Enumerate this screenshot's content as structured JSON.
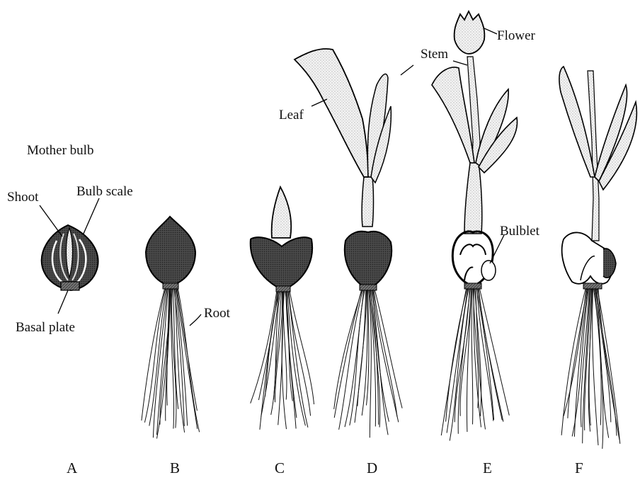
{
  "labels": {
    "mother_bulb": "Mother bulb",
    "shoot": "Shoot",
    "bulb_scale": "Bulb scale",
    "basal_plate": "Basal plate",
    "root": "Root",
    "leaf": "Leaf",
    "stem": "Stem",
    "flower": "Flower",
    "bulblet": "Bulblet"
  },
  "stages": [
    "A",
    "B",
    "C",
    "D",
    "E",
    "F"
  ]
}
